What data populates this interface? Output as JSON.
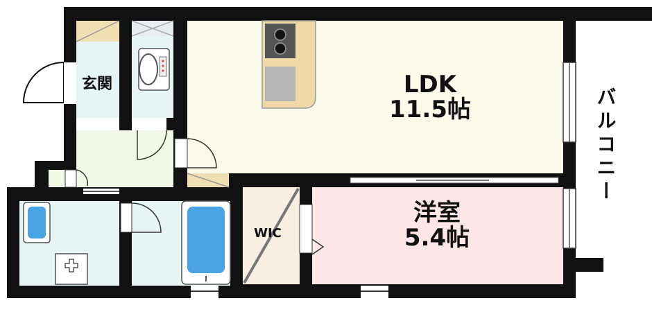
{
  "rooms": {
    "ldk": {
      "name": "LDK",
      "size": "11.5帖"
    },
    "yoshitsu": {
      "name": "洋室",
      "size": "5.4帖"
    },
    "wic": {
      "name": "WIC"
    },
    "genkan": {
      "name": "玄関"
    },
    "balcony": {
      "name": "バルコニー"
    }
  },
  "colors": {
    "wall": "#111111",
    "ldk_floor": "#fafaea",
    "yoshitsu_floor": "#fce6e6",
    "wic_floor": "#f8efe2",
    "wet_area": "#e6f4f4",
    "hall": "#f1f8e6",
    "storage": "#f1dfb4",
    "bath": "#4aa3e2"
  }
}
